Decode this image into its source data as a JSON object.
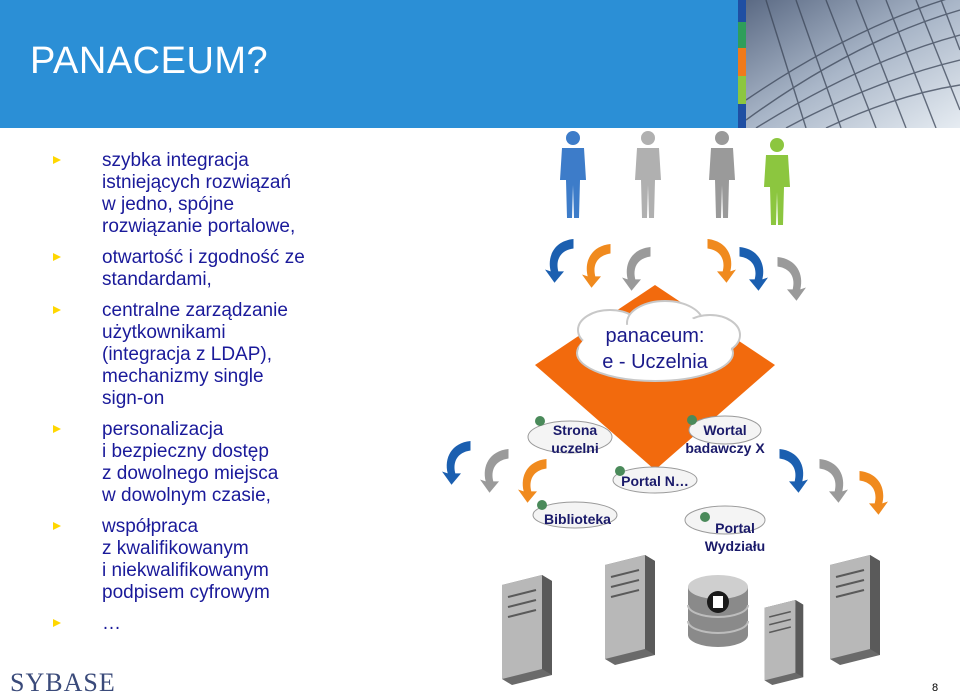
{
  "slide": {
    "title": "PANACEUM?",
    "page_number": "8",
    "logo_text": "SYBASE"
  },
  "bullets": [
    {
      "text": "szybka integracja\nistniejących rozwiązań\nw jedno, spójne\nrozwiązanie portalowe,"
    },
    {
      "text": "otwartość i zgodność ze\nstandardami,"
    },
    {
      "text": "centralne zarządzanie\nużytkownikami\n(integracja z LDAP),\nmechanizmy single\nsign-on"
    },
    {
      "text": "personalizacja\ni bezpieczny dostęp\nz dowolnego miejsca\nw dowolnym czasie,"
    },
    {
      "text": "współpraca\nz kwalifikowanym\ni niekwalifikowanym\npodpisem cyfrowym"
    },
    {
      "text": "…"
    }
  ],
  "diagram": {
    "center_label_line1": "panaceum:",
    "center_label_line2": "e - Uczelnia",
    "portals": {
      "strona_uczelni_1": "Strona",
      "strona_uczelni_2": "uczelni",
      "wortal_1": "Wortal",
      "wortal_2": "badawczy X",
      "portal_n": "Portal N…",
      "biblioteka": "Biblioteka",
      "portal_wydzialu_1": "Portal",
      "portal_wydzialu_2": "Wydziału"
    }
  },
  "colors": {
    "header_bg": "#2b8fd6",
    "bullet_text": "#1a1a9a",
    "bullet_mark": "#ffd700",
    "diamond": "#f26a0d",
    "arrow_blue": "#1b5fb0",
    "arrow_orange": "#f08a1e",
    "arrow_gray": "#9a9a9a"
  }
}
